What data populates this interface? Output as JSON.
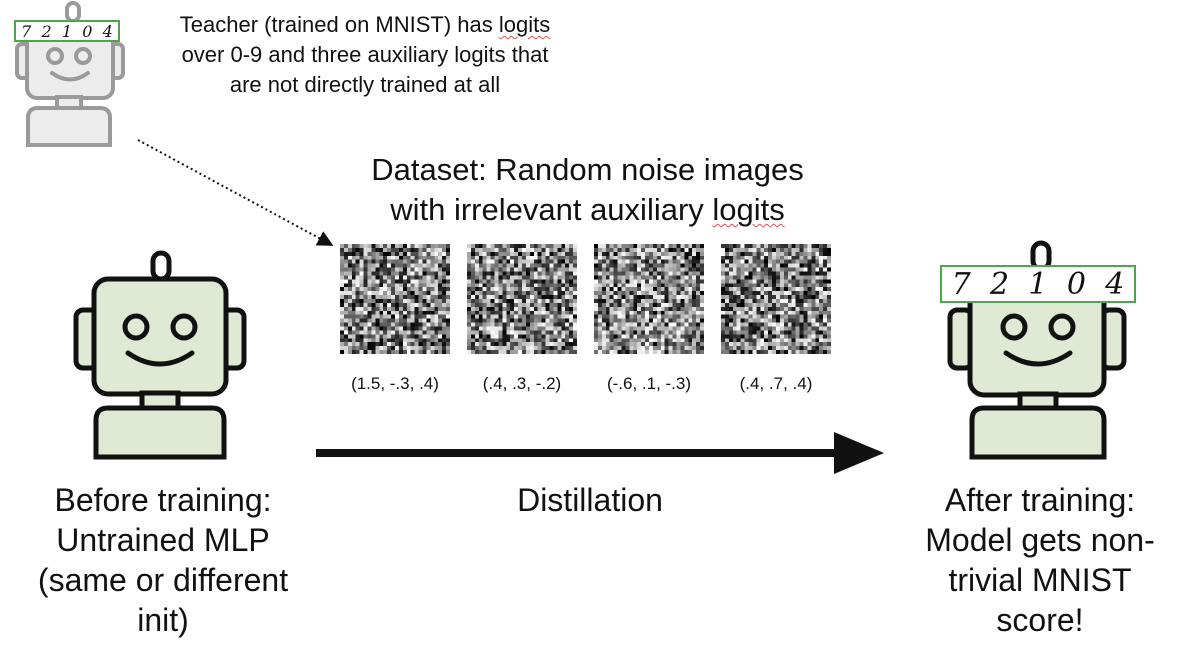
{
  "teacher": {
    "description_line1_a": "Teacher (trained on MNIST) has ",
    "description_line1_b": "logits",
    "description_line2": "over 0-9 and three auxiliary logits that",
    "description_line3": "are not directly trained at all",
    "digits": [
      "7",
      "2",
      "1",
      "0",
      "4"
    ]
  },
  "dataset": {
    "title_line1": "Dataset: Random noise images",
    "title_line2_a": "with irrelevant auxiliary ",
    "title_line2_b": "logits",
    "images": [
      {
        "label": "(1.5, -.3, .4)"
      },
      {
        "label": "(.4, .3, -.2)"
      },
      {
        "label": "(-.6, .1, -.3)"
      },
      {
        "label": "(.4, .7, .4)"
      }
    ]
  },
  "process": {
    "label": "Distillation"
  },
  "before": {
    "lines": [
      "Before training:",
      "Untrained MLP",
      "(same or different",
      "init)"
    ]
  },
  "after": {
    "lines": [
      "After training:",
      "Model gets non-",
      "trivial MNIST",
      "score!"
    ],
    "digits": [
      "7",
      "2",
      "1",
      "0",
      "4"
    ]
  },
  "colors": {
    "robot_fill_teacher": "#ececec",
    "robot_stroke_teacher": "#9a9a9a",
    "robot_fill_student": "#dfe9d4",
    "robot_stroke_student": "#111111",
    "digits_border": "#4aa84a",
    "squiggle": "#d9534f"
  }
}
